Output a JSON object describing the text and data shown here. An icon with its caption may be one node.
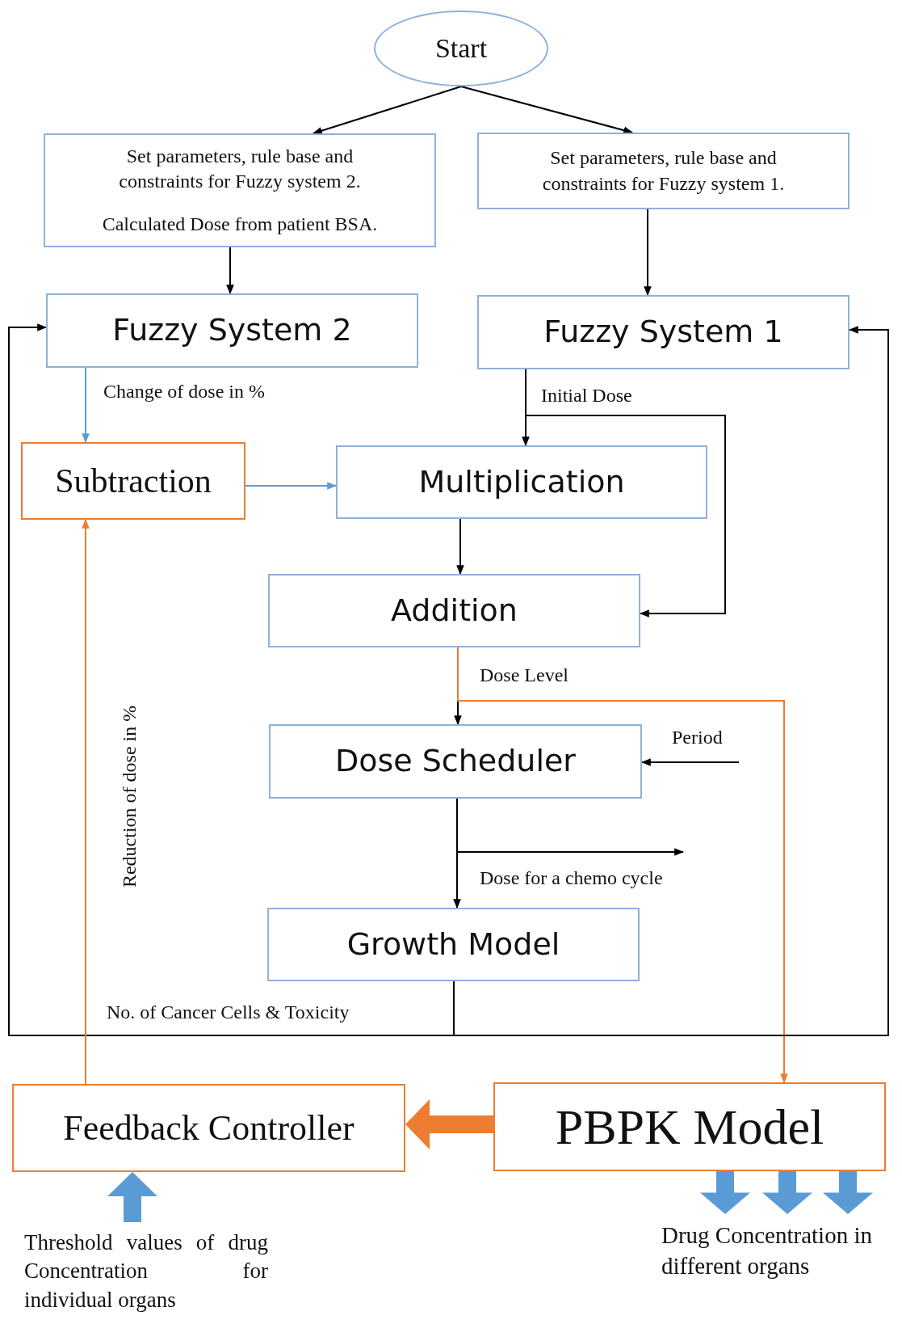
{
  "diagram": {
    "nodes": [
      {
        "text": [
          "Start"
        ]
      },
      {
        "text": [
          "Set parameters, rule base and constraints for Fuzzy system 2.",
          "Calculated Dose from patient BSA."
        ]
      },
      {
        "text": [
          "Set parameters, rule base and constraints for Fuzzy system 1."
        ]
      },
      {
        "text": [
          "Fuzzy System 2"
        ]
      },
      {
        "text": [
          "Fuzzy System 1"
        ]
      },
      {
        "text": [
          "Subtraction"
        ]
      },
      {
        "text": [
          "Multiplication"
        ]
      },
      {
        "text": [
          "Addition"
        ]
      },
      {
        "text": [
          "Dose Scheduler"
        ]
      },
      {
        "text": [
          "Growth Model"
        ]
      },
      {
        "text": [
          "Feedback Controller"
        ]
      },
      {
        "text": [
          "PBPK Model"
        ]
      },
      {
        "text": [
          "Threshold values of drug Concentration for individual organs"
        ]
      },
      {
        "text": [
          "Drug Concentration in different organs"
        ]
      }
    ],
    "edges": [
      {
        "from": 0,
        "to": 1,
        "arrow": "to"
      },
      {
        "from": 0,
        "to": 2,
        "arrow": "to"
      },
      {
        "from": 1,
        "to": 3,
        "arrow": "to"
      },
      {
        "from": 2,
        "to": 4,
        "arrow": "to"
      },
      {
        "from": 3,
        "to": 5,
        "arrow": "to",
        "label": "Change of dose in %",
        "color": "#5b9bd5"
      },
      {
        "from": 5,
        "to": 6,
        "arrow": "to",
        "color": "#5b9bd5"
      },
      {
        "from": 4,
        "to": 6,
        "arrow": "to",
        "label": "Initial Dose"
      },
      {
        "from": 4,
        "to": 7,
        "arrow": "to"
      },
      {
        "from": 6,
        "to": 7,
        "arrow": "to"
      },
      {
        "from": 7,
        "to": 8,
        "arrow": "to",
        "label": "Dose Level"
      },
      {
        "from": 7,
        "to": 11,
        "arrow": "to",
        "color": "#ed7d31"
      },
      {
        "from": null,
        "to": 8,
        "arrow": "to",
        "label": "Period"
      },
      {
        "from": 8,
        "to": 9,
        "arrow": "to",
        "label": "Dose for a chemo cycle"
      },
      {
        "from": 8,
        "to": null,
        "arrow": "to"
      },
      {
        "from": 9,
        "to": 3,
        "arrow": "to",
        "label": "No. of Cancer Cells & Toxicity"
      },
      {
        "from": 9,
        "to": 4,
        "arrow": "to"
      },
      {
        "from": 10,
        "to": 5,
        "arrow": "to",
        "label": "Reduction of dose in %",
        "color": "#ed7d31"
      },
      {
        "from": 11,
        "to": 10,
        "arrow": "to",
        "style": "thick",
        "color": "#ed7d31"
      },
      {
        "from": 12,
        "to": 10,
        "arrow": "to",
        "style": "thick",
        "color": "#5b9bd5"
      },
      {
        "from": 11,
        "to": 13,
        "arrow": "to",
        "style": "thick",
        "color": "#5b9bd5"
      },
      {
        "from": 11,
        "to": 13,
        "arrow": "to",
        "style": "thick",
        "color": "#5b9bd5"
      },
      {
        "from": 11,
        "to": 13,
        "arrow": "to",
        "style": "thick",
        "color": "#5b9bd5"
      }
    ]
  }
}
